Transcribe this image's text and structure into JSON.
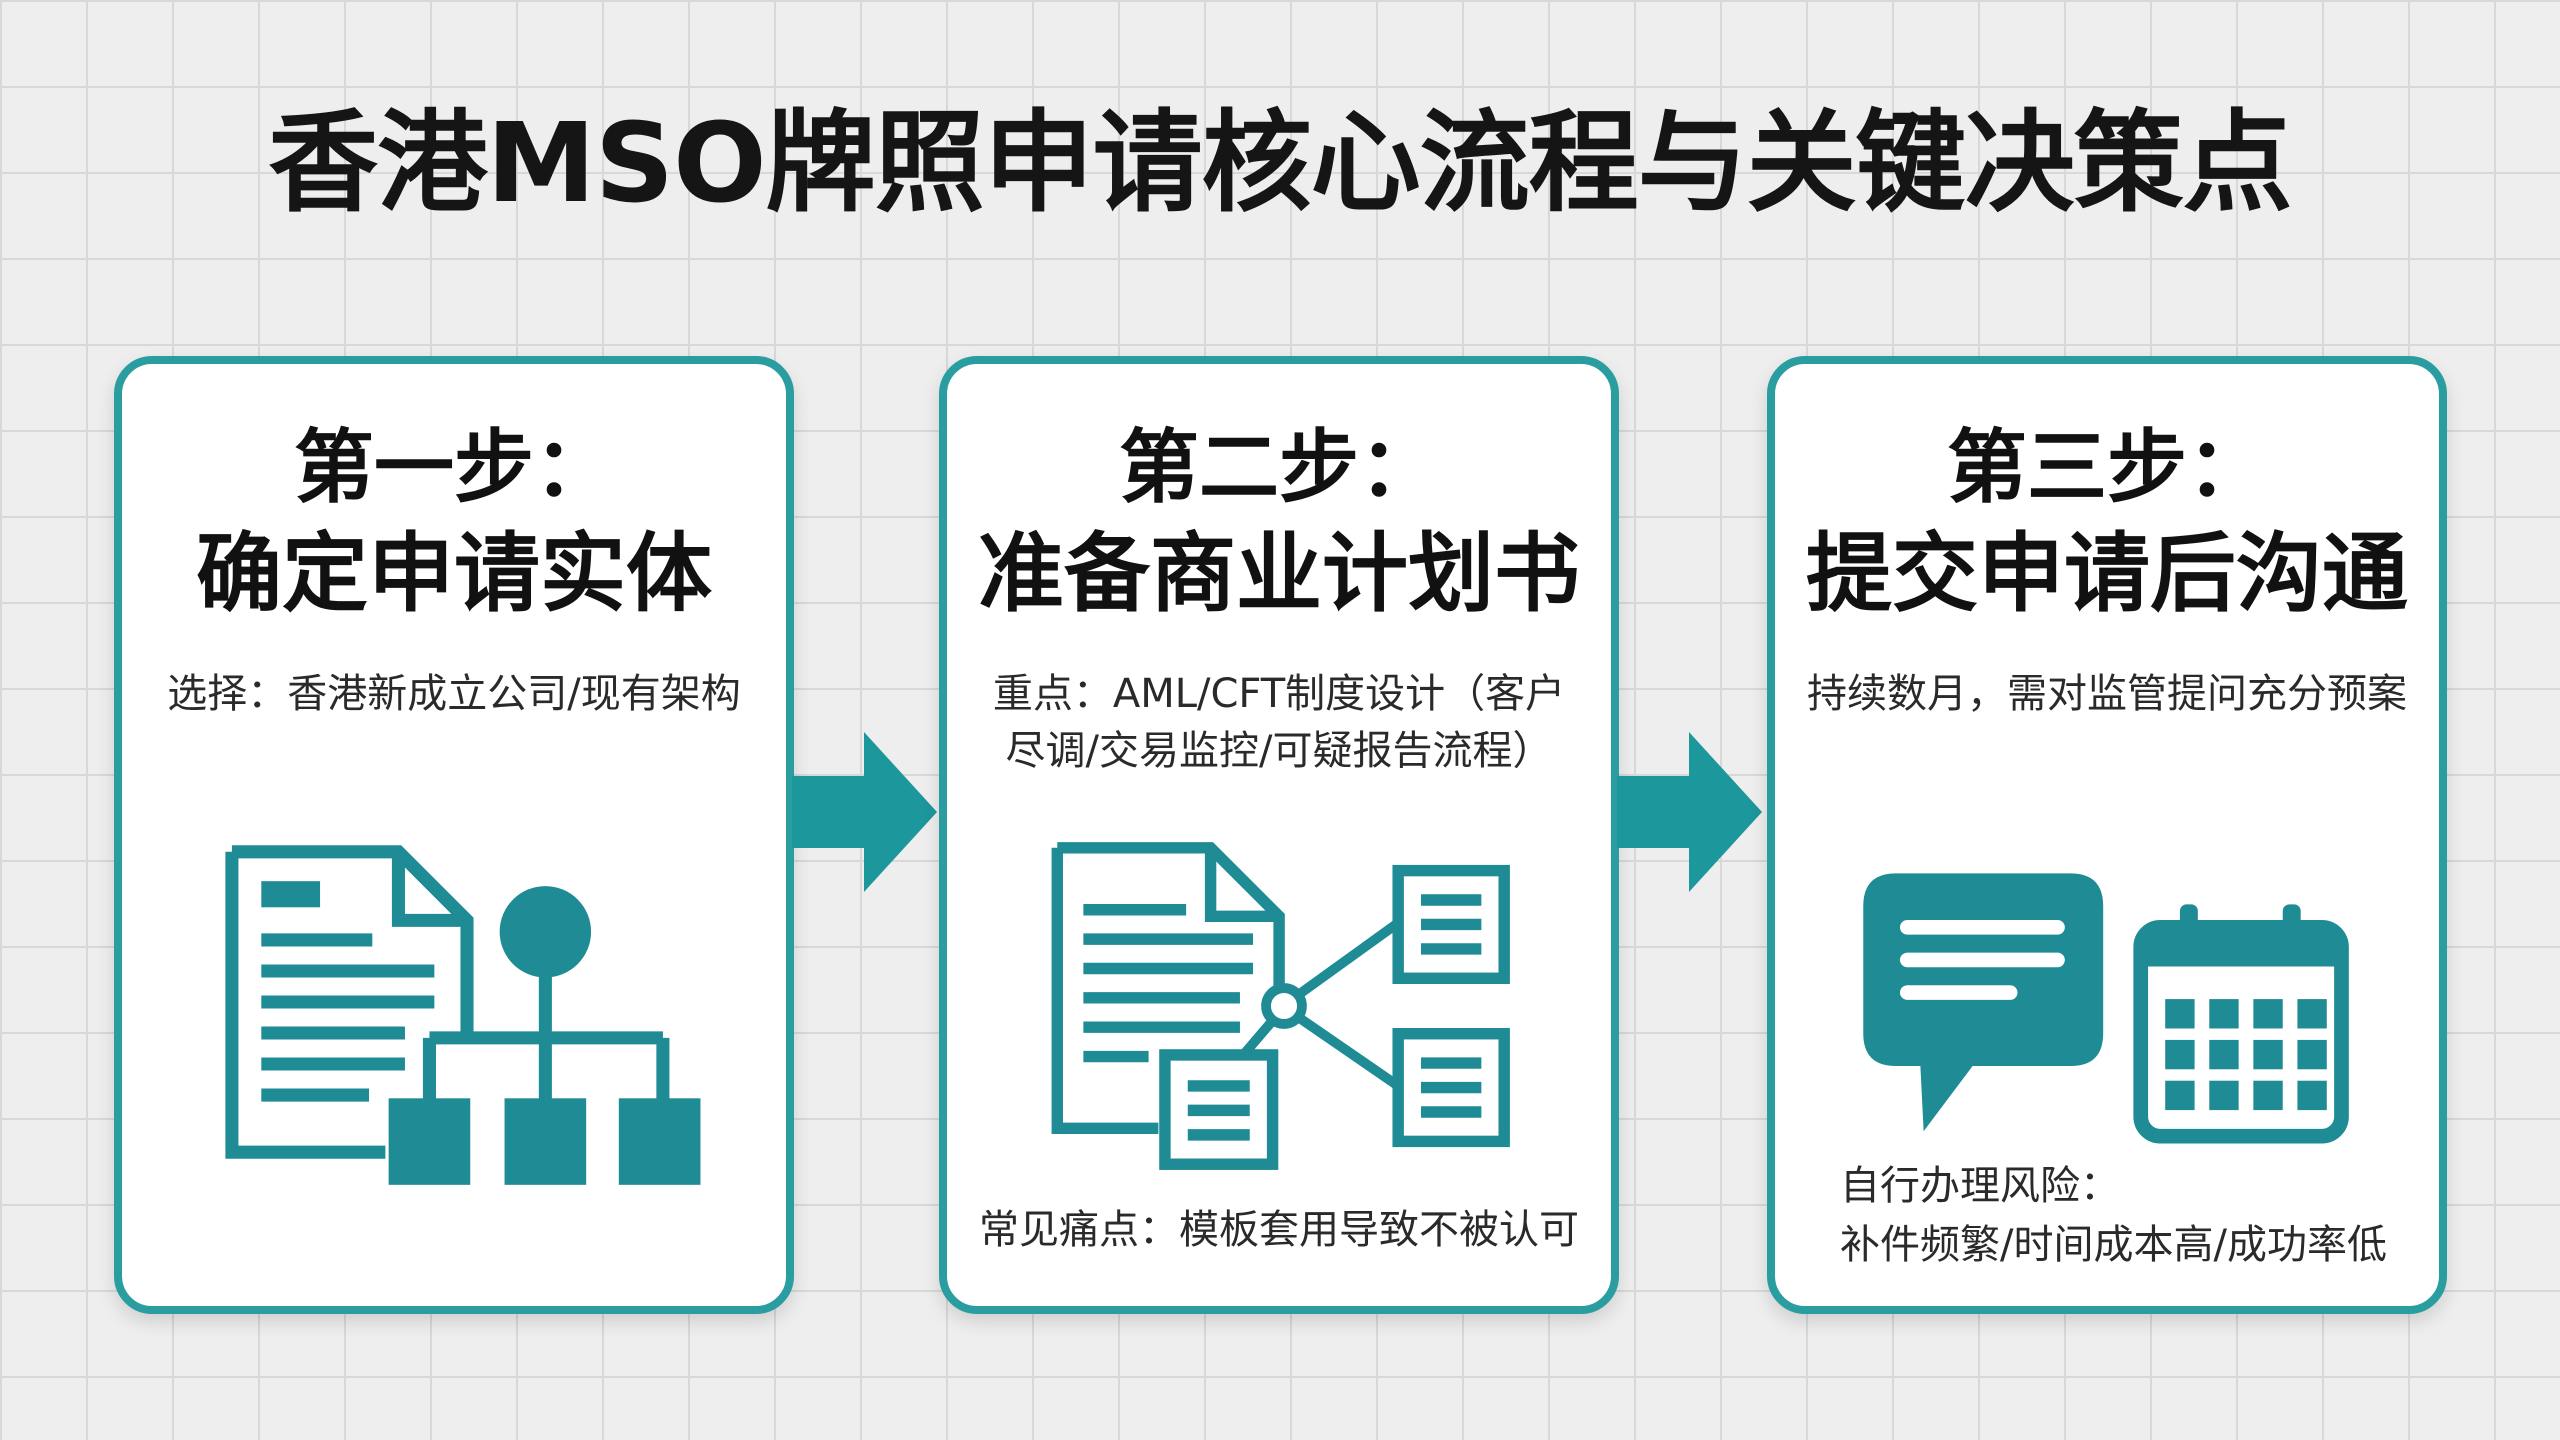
{
  "title": "香港MSO牌照申请核心流程与关键决策点",
  "colors": {
    "accent": "#1f8b95",
    "border": "#2a9da0",
    "arrow": "#1c979c",
    "text": "#1a1a1a",
    "background": "#eeeeee",
    "card": "#ffffff"
  },
  "steps": [
    {
      "step_label": "第一步：",
      "title": "确定申请实体",
      "description": [
        "选择：香港新成立公司/现有架构"
      ],
      "icon": "document-org-chart-icon",
      "note": []
    },
    {
      "step_label": "第二步：",
      "title": "准备商业计划书",
      "description": [
        "重点：AML/CFT制度设计（客户",
        "尽调/交易监控/可疑报告流程）"
      ],
      "icon": "document-network-icon",
      "note": [
        "常见痛点：模板套用导致不被认可"
      ]
    },
    {
      "step_label": "第三步：",
      "title": "提交申请后沟通",
      "description": [
        "持续数月，需对监管提问充分预案"
      ],
      "icon": "chat-calendar-icon",
      "note": [
        "自行办理风险：",
        "补件频繁/时间成本高/成功率低"
      ]
    }
  ],
  "arrows": [
    {
      "icon": "right-arrow-icon"
    },
    {
      "icon": "right-arrow-icon"
    }
  ]
}
